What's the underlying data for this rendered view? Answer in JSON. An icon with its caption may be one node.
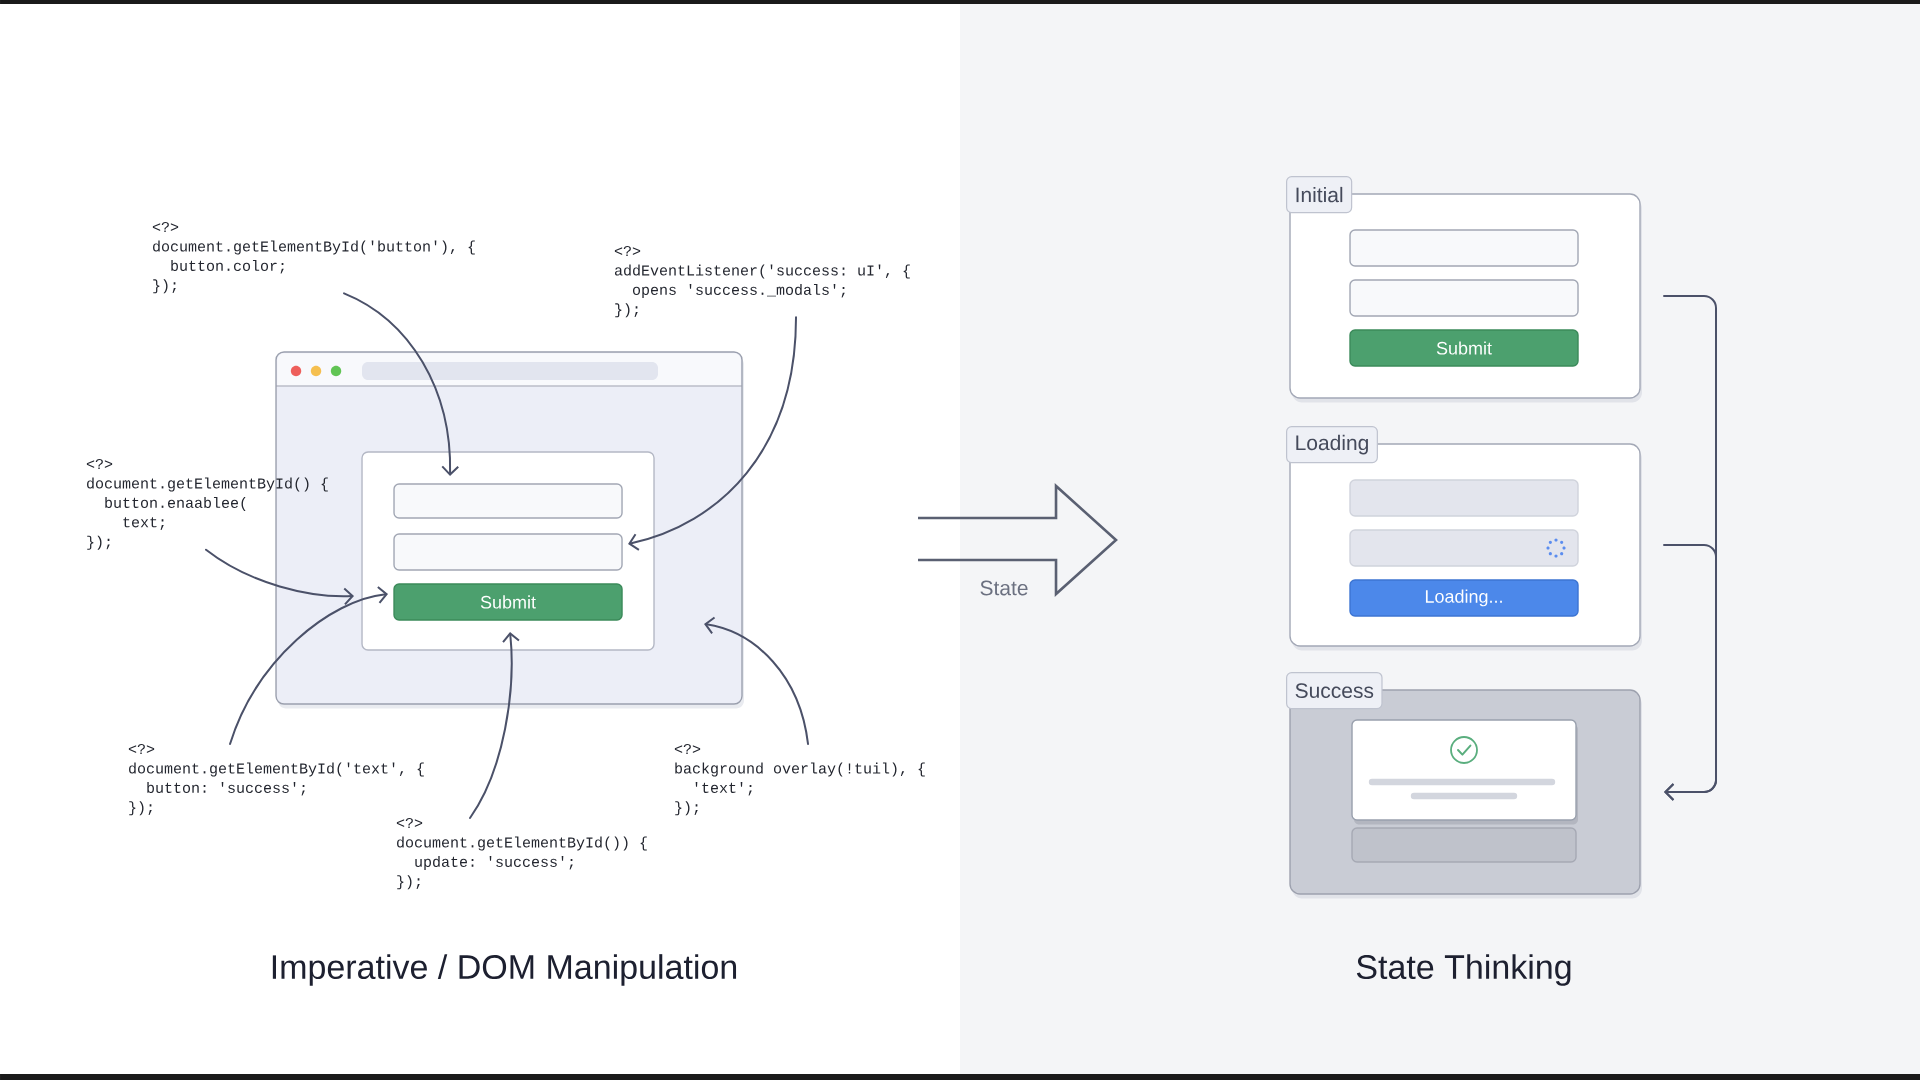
{
  "diagram": {
    "nodes": [
      {
        "text": [
          "<?>",
          "document.getElementById('button'), {",
          "button.color;",
          "});"
        ]
      },
      {
        "text": [
          "<?>",
          "addEventListener('success: uI', {",
          "opens 'success._modals';",
          "});"
        ]
      },
      {
        "text": [],
        "shape": "box"
      },
      {
        "text": [
          "<?>",
          "document.getElementById() {",
          "button.enaablee(",
          "text;",
          "});"
        ]
      },
      {
        "text": [],
        "shape": "box",
        "in": 2
      },
      {
        "text": [],
        "shape": "box",
        "in": 4
      },
      {
        "text": [],
        "shape": "box",
        "in": 4
      },
      {
        "text": [
          "Submit"
        ],
        "in": 4
      },
      {
        "text": [
          "<?>",
          "document.getElementById('text', {",
          "button: 'success';",
          "});"
        ]
      },
      {
        "text": [
          "<?>",
          "document.getElementById()) {",
          "update: 'success';",
          "});"
        ]
      },
      {
        "text": [
          "<?>",
          "background overlay(!tuil), {",
          "'text';",
          "});"
        ]
      },
      {
        "text": [
          "Initial"
        ]
      },
      {
        "text": [],
        "shape": "box",
        "in": 11
      },
      {
        "text": [],
        "shape": "box",
        "in": 11
      },
      {
        "text": [
          "Submit"
        ],
        "in": 11
      },
      {
        "text": [
          "Loading"
        ]
      },
      {
        "text": [],
        "shape": "box",
        "in": 15
      },
      {
        "text": [],
        "shape": "box",
        "in": 15
      },
      {
        "text": [
          "Loading..."
        ],
        "in": 15
      },
      {
        "text": [
          "Success"
        ]
      },
      {
        "text": [],
        "shape": "box",
        "in": 19
      },
      {
        "text": [],
        "shape": "box",
        "in": 19
      }
    ],
    "edges": [
      {
        "from": 0,
        "to": 5,
        "arrow": "to"
      },
      {
        "from": 1,
        "to": 6,
        "arrow": "to"
      },
      {
        "from": 3,
        "to": 4,
        "arrow": "to"
      },
      {
        "from": 8,
        "to": 7,
        "arrow": "to"
      },
      {
        "from": 9,
        "to": 7,
        "arrow": "to"
      },
      {
        "from": 10,
        "to": 2,
        "arrow": "to"
      },
      {
        "from": 11,
        "to": 19,
        "arrow": "to"
      },
      {
        "from": 15,
        "to": 19,
        "arrow": "to"
      }
    ],
    "labels": [
      "State",
      "Imperative / DOM Manipulation",
      "State Thinking"
    ]
  }
}
